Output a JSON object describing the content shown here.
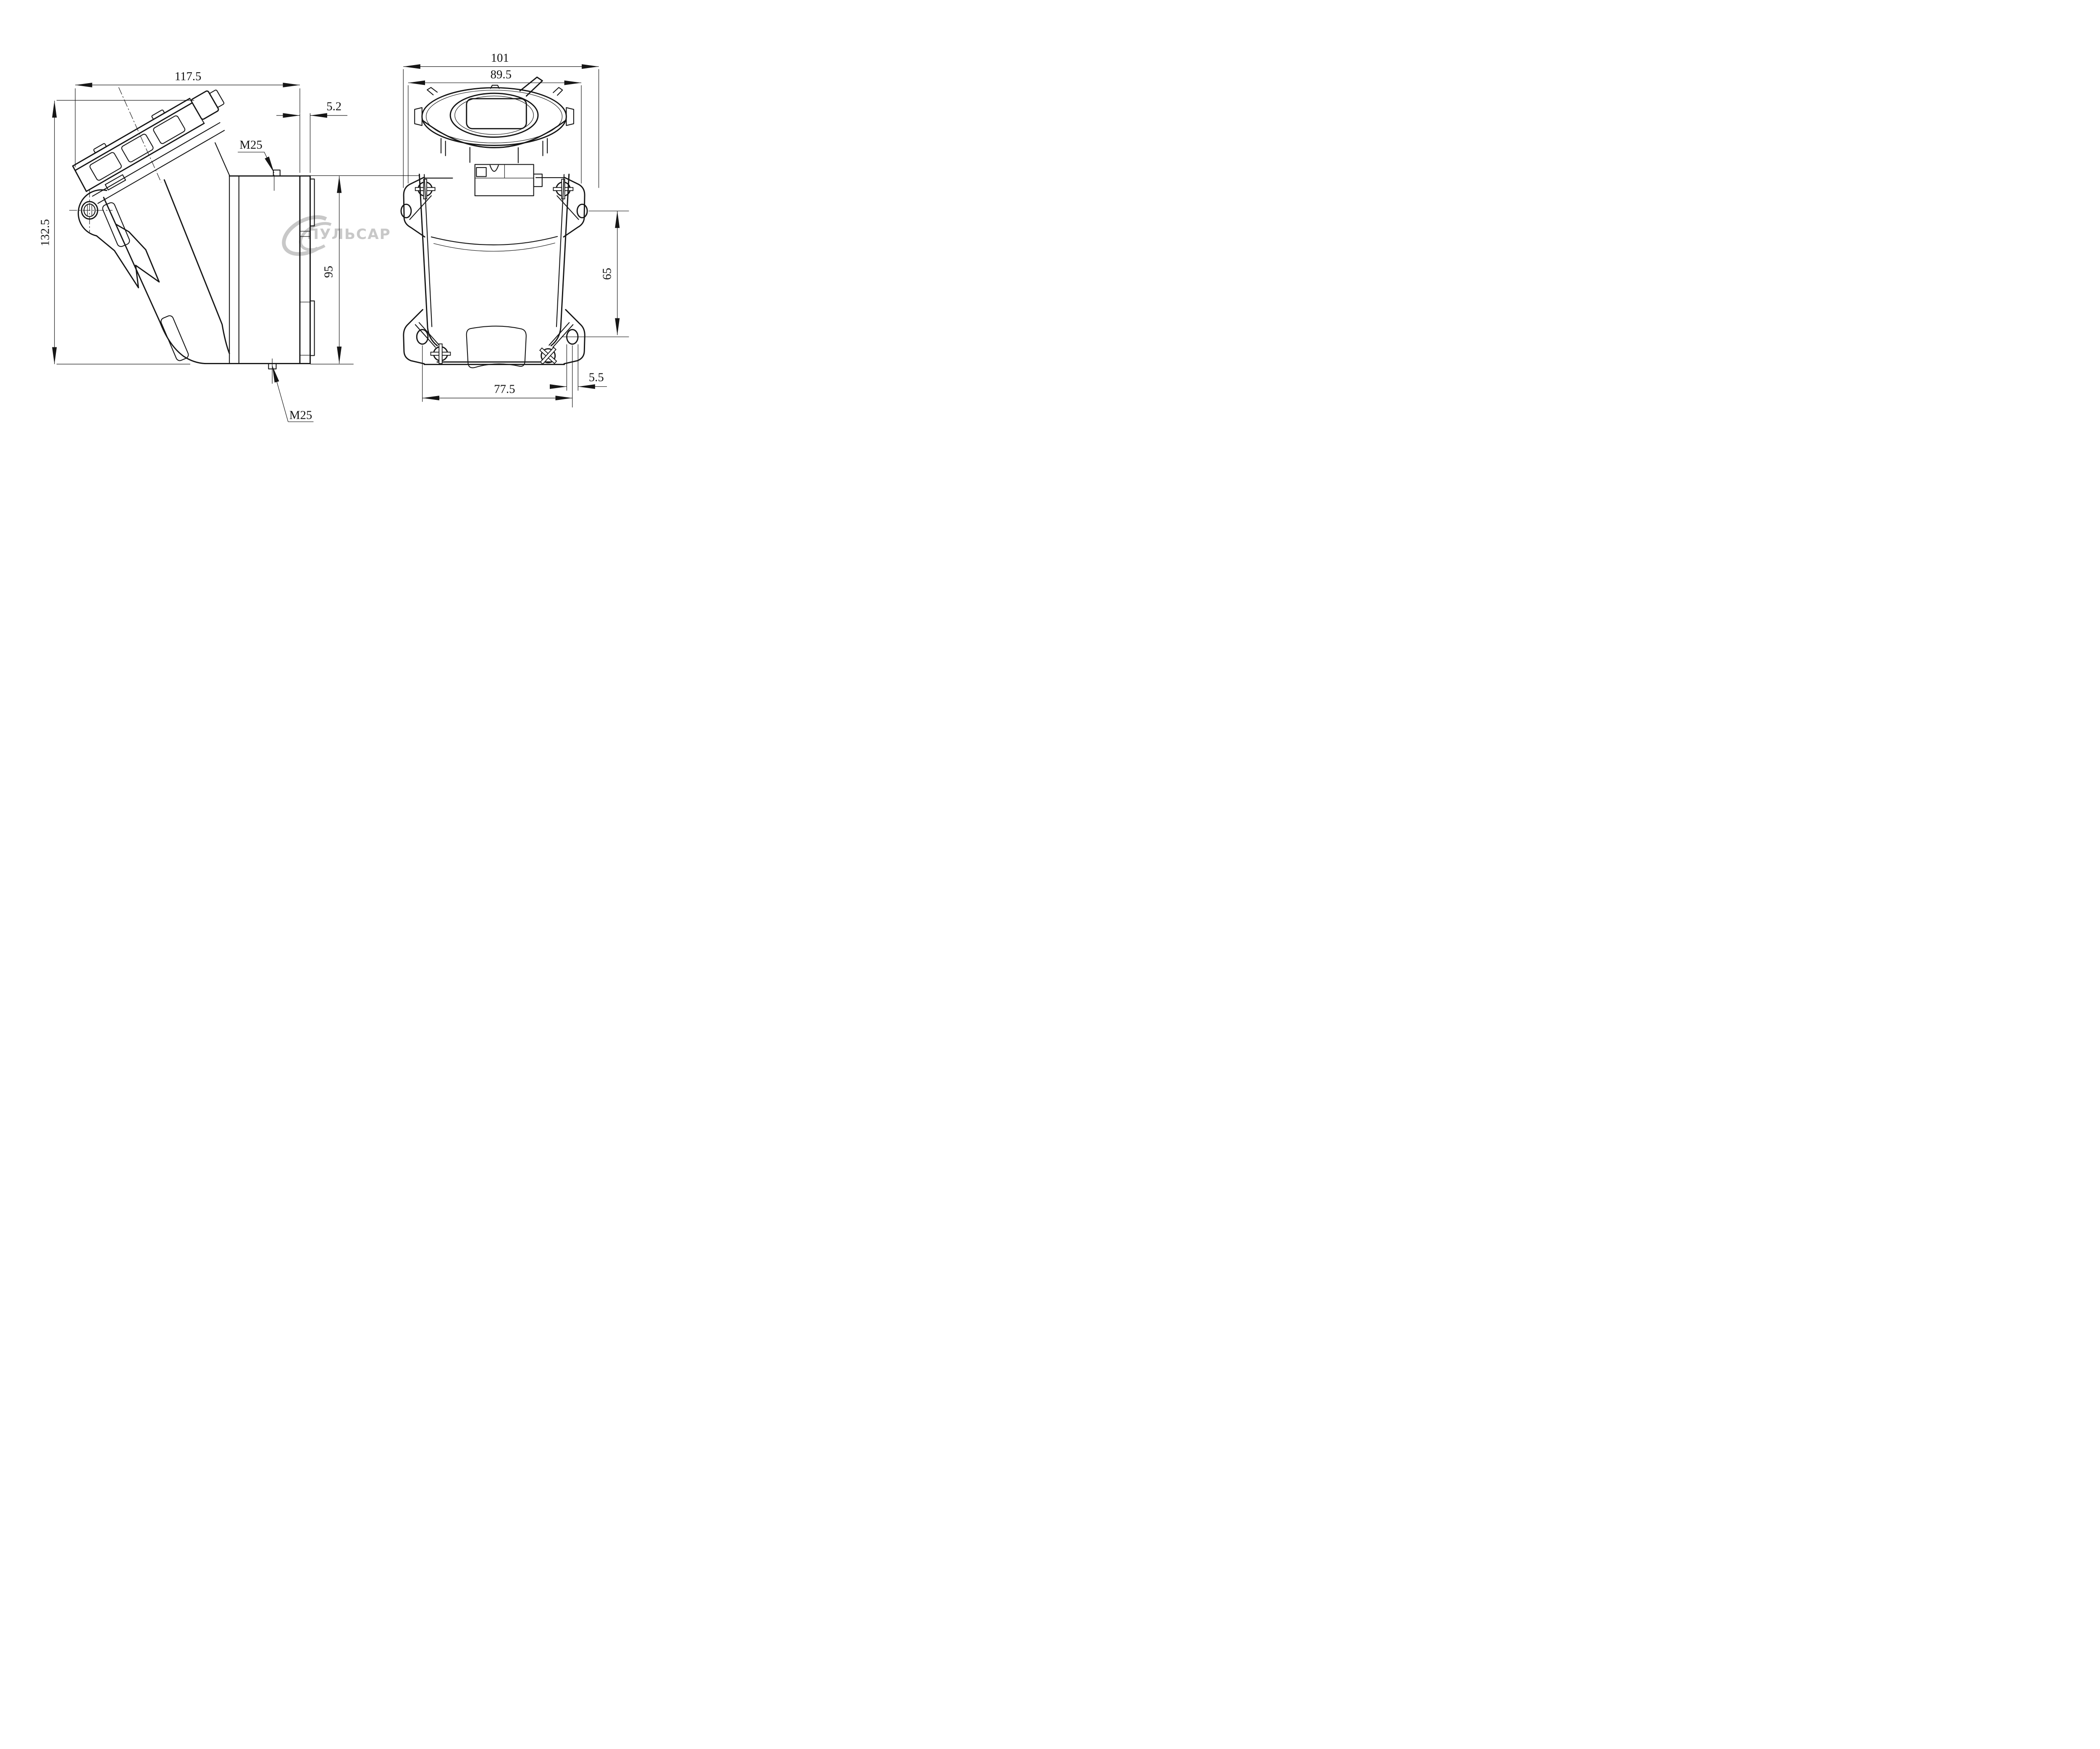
{
  "drawing": {
    "type": "technical-drawing",
    "subject": "industrial wall-mounted socket, two orthographic views",
    "line_color": "#161616",
    "background": "#ffffff"
  },
  "watermark": {
    "text": "ПУЛЬСАР",
    "color": "#c8c8c8"
  },
  "views": {
    "side_view": {
      "dims": {
        "overall_width": "117.5",
        "overall_height": "132.5",
        "flange_thickness": "5.2",
        "cable_gland_top": "M25",
        "cable_gland_bottom": "M25",
        "flange_height": "95"
      }
    },
    "front_view": {
      "dims": {
        "overall_width": "101",
        "body_width": "89.5",
        "hole_spacing_vertical": "65",
        "hole_spacing_horizontal": "77.5",
        "slot_width": "5.5"
      }
    }
  }
}
